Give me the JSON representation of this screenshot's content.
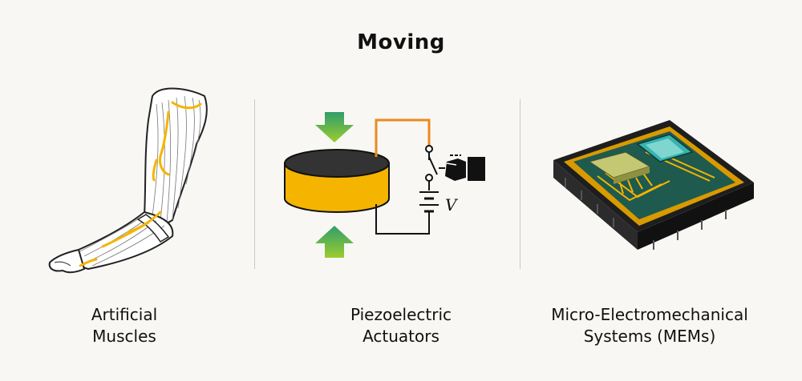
{
  "title": "Moving",
  "panels": [
    {
      "caption": [
        "Artificial",
        "Muscles"
      ],
      "illustration": "arm-muscles"
    },
    {
      "caption": [
        "Piezoelectric",
        "Actuators"
      ],
      "illustration": "piezo-actuator",
      "voltage_label": "V"
    },
    {
      "caption": [
        "Micro-Electromechanical",
        "Systems (MEMs)"
      ],
      "illustration": "mems-chip"
    }
  ],
  "colors": {
    "accent": "#f5b400",
    "arrow_green": "#5db33f",
    "chip_dark": "#1e1e1e",
    "pcb_green": "#1f5a4f"
  }
}
